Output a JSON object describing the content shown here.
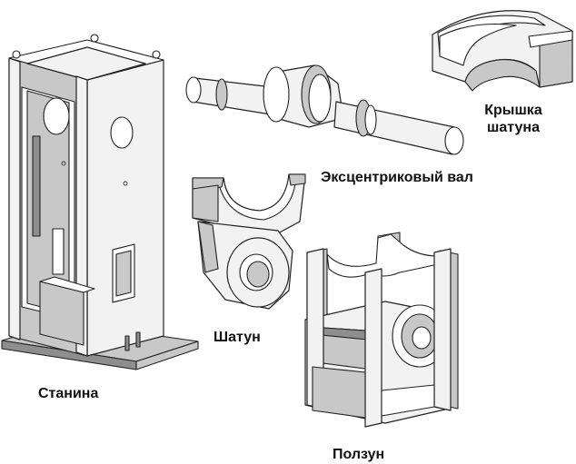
{
  "figure": {
    "parts": [
      {
        "id": "stanina",
        "label": "Станина"
      },
      {
        "id": "shatun",
        "label": "Шатун"
      },
      {
        "id": "polzun",
        "label": "Ползун"
      },
      {
        "id": "val",
        "label": "Эксцентриковый вал"
      },
      {
        "id": "kryshka",
        "label": "Крышка шатуна",
        "label_lines": [
          "Крышка",
          "шатуна"
        ]
      }
    ]
  }
}
